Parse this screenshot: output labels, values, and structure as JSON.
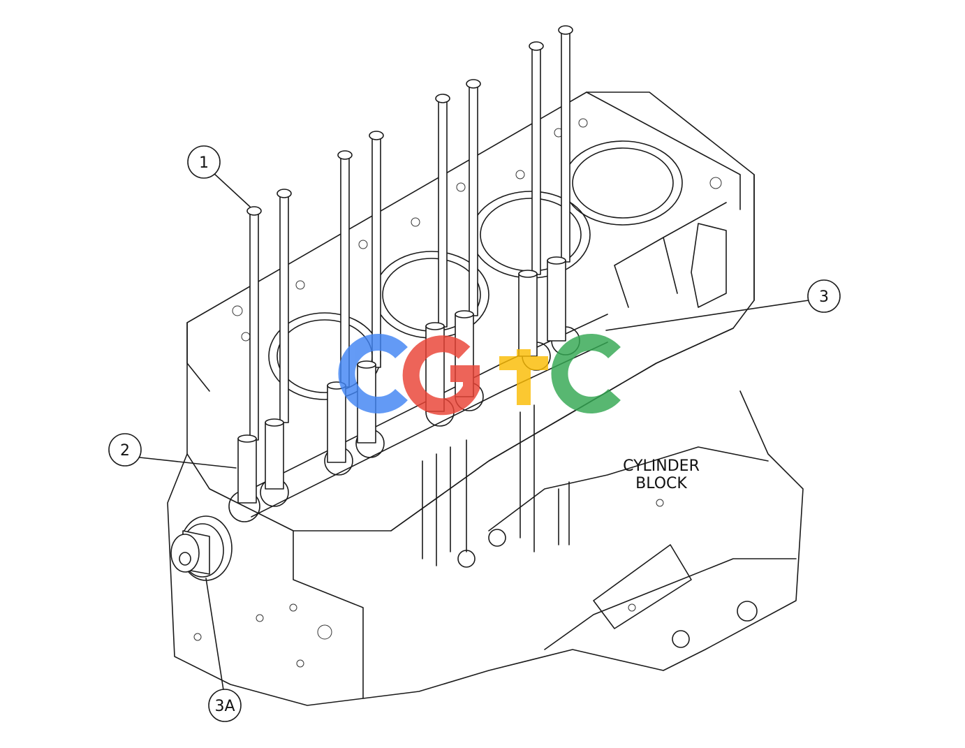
{
  "diagram": {
    "block_label_line1": "CYLINDER",
    "block_label_line2": "BLOCK",
    "callouts": [
      {
        "id": "1",
        "text": "1"
      },
      {
        "id": "2",
        "text": "2"
      },
      {
        "id": "3",
        "text": "3"
      },
      {
        "id": "3A",
        "text": "3A"
      }
    ]
  },
  "watermark": {
    "text": "CGTC",
    "colors": [
      "#4285f4",
      "#ea4335",
      "#fbbc05",
      "#34a853"
    ]
  }
}
